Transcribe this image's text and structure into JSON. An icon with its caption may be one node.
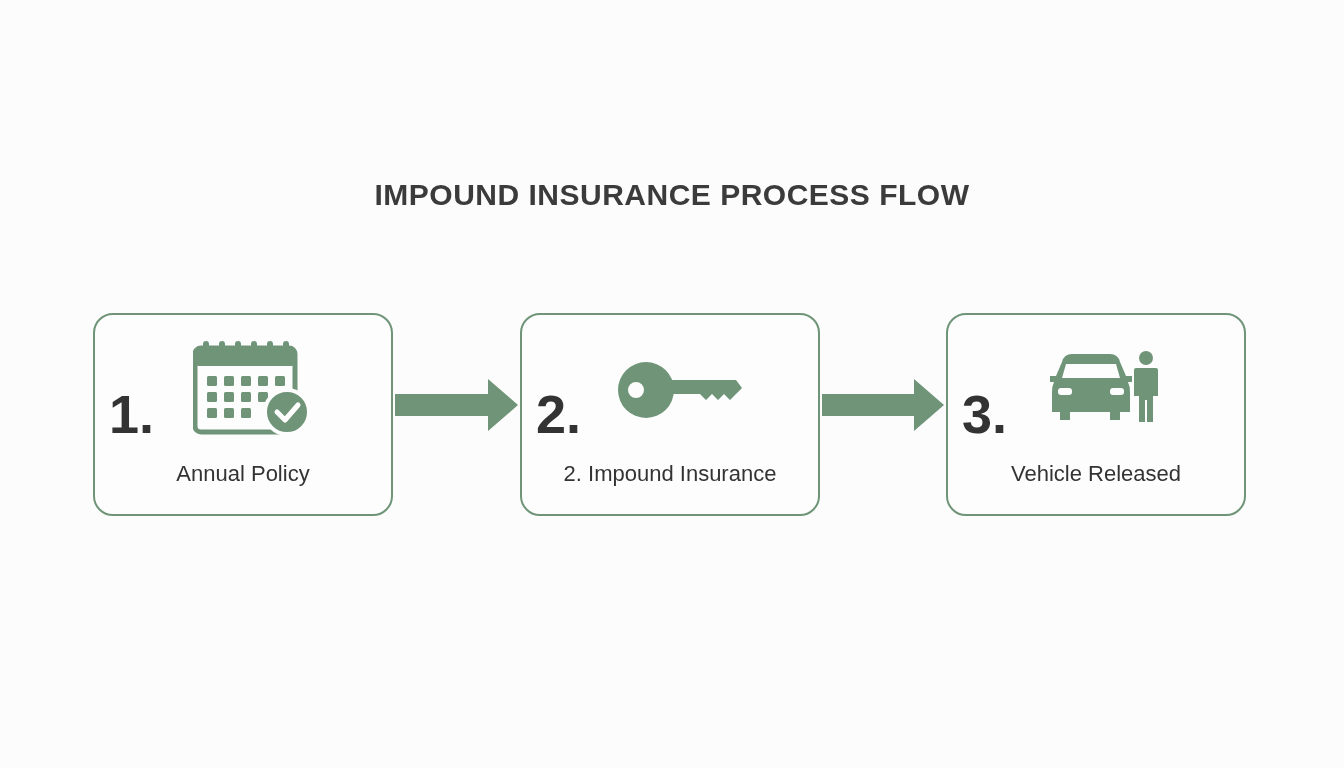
{
  "diagram": {
    "title": "IMPOUND INSURANCE PROCESS FLOW",
    "nodes": [
      {
        "text": [
          "1.",
          "Annual Policy"
        ]
      },
      {
        "text": [
          "2.",
          "2. Impound Insurance"
        ]
      },
      {
        "text": [
          "3.",
          "Vehicle Released"
        ]
      }
    ],
    "edges": [
      {
        "from": 0,
        "to": 1,
        "arrow": "to",
        "style": "thick"
      },
      {
        "from": 1,
        "to": 2,
        "arrow": "to",
        "style": "thick"
      }
    ]
  }
}
